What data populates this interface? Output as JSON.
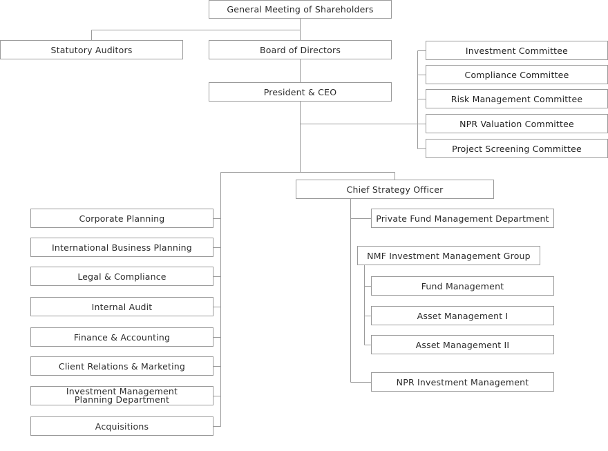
{
  "colors": {
    "line": "#9a9a9a",
    "border": "#9a9a9a",
    "text": "#2b2b2b",
    "background": "#ffffff"
  },
  "top": {
    "shareholders": "General Meeting of Shareholders",
    "auditors": "Statutory Auditors",
    "board": "Board of Directors",
    "ceo": "President & CEO"
  },
  "committees": [
    "Investment Committee",
    "Compliance Committee",
    "Risk Management  Committee",
    "NPR Valuation Committee",
    "Project Screening Committee"
  ],
  "departments": [
    "Corporate Planning",
    "International Business Planning",
    "Legal & Compliance",
    "Internal Audit",
    "Finance & Accounting",
    "Client Relations & Marketing",
    "Investment Management Planning Department",
    "Acquisitions"
  ],
  "strategy": {
    "cso": "Chief Strategy Officer",
    "private_fund": "Private Fund Management Department",
    "nmf_group": "NMF Investment Management Group",
    "nmf_units": [
      "Fund Management",
      "Asset Management I",
      "Asset Management II"
    ],
    "npr": "NPR Investment Management"
  }
}
